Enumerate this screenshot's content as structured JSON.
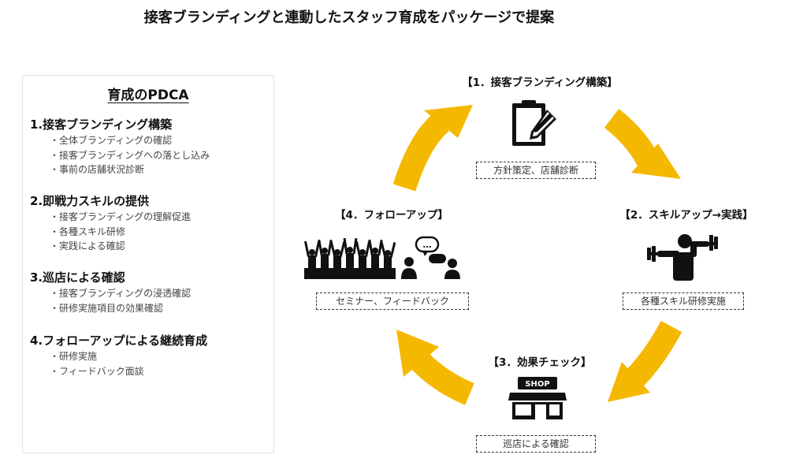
{
  "title": "接客ブランディングと連動したスタッフ育成をパッケージで提案",
  "pdca": {
    "title": "育成のPDCA",
    "sections": [
      {
        "heading": "1.接客ブランディング構築",
        "items": [
          "・全体ブランディングの確認",
          "・接客ブランディングへの落とし込み",
          "・事前の店舗状況診断"
        ]
      },
      {
        "heading": "2.即戦力スキルの提供",
        "items": [
          "・接客ブランディングの理解促進",
          "・各種スキル研修",
          "・実践による確認"
        ]
      },
      {
        "heading": "3.巡店による確認",
        "items": [
          "・接客ブランディングの浸透確認",
          "・研修実施項目の効果確認"
        ]
      },
      {
        "heading": "4.フォローアップによる継続育成",
        "items": [
          "・研修実施",
          "・フィードバック面談"
        ]
      }
    ]
  },
  "cycle": {
    "stages": [
      {
        "label": "【1．接客ブランディング構築】",
        "box": "方針策定、店舗診断",
        "icon": "clipboard-pencil-icon"
      },
      {
        "label": "【2．スキルアップ→実践】",
        "box": "各種スキル研修実施",
        "icon": "weightlifter-icon"
      },
      {
        "label": "【3．効果チェック】",
        "box": "巡店による確認",
        "icon": "shop-icon",
        "icon_text": "SHOP"
      },
      {
        "label": "【4．フォローアップ】",
        "box": "セミナー、フィードバック",
        "icon": "crowd-and-discussion-icon",
        "icon_text": "…"
      }
    ],
    "arrow_color": "#F5B800",
    "icon_color": "#111111"
  }
}
